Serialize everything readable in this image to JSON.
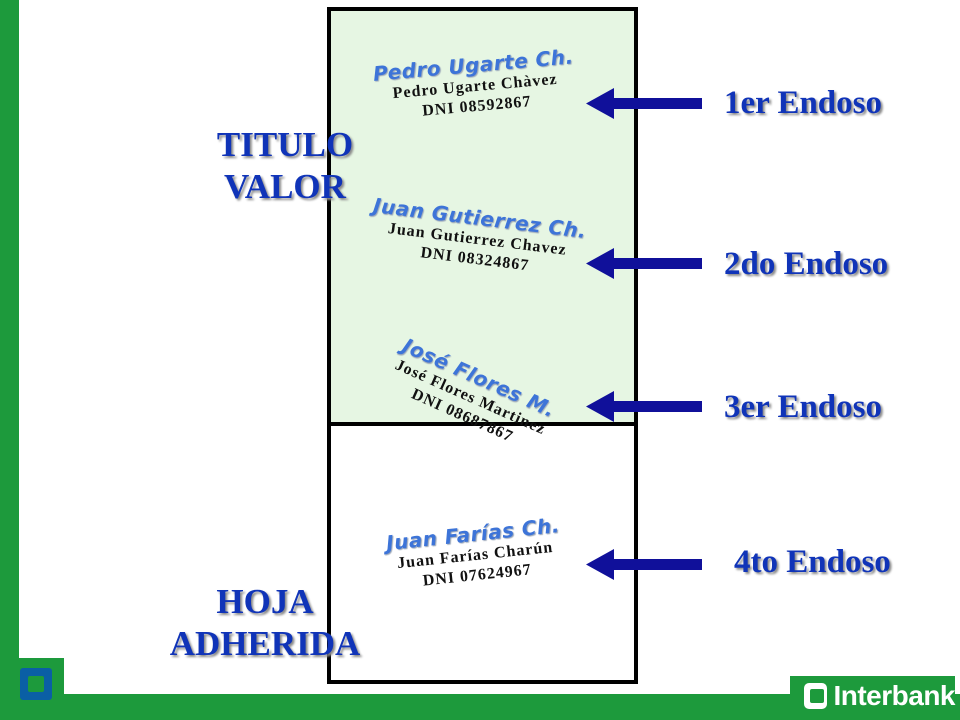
{
  "labels": {
    "titulo": [
      "TITULO",
      "VALOR"
    ],
    "hoja": [
      "HOJA",
      "ADHERIDA"
    ]
  },
  "endorsements": [
    {
      "signature": "Pedro Ugarte Ch.",
      "name": "Pedro Ugarte Chàvez",
      "dni": "DNI  08592867",
      "label": "1er Endoso"
    },
    {
      "signature": "Juan Gutierrez Ch.",
      "name": "Juan Gutierrez Chavez",
      "dni": "DNI  08324867",
      "label": "2do Endoso"
    },
    {
      "signature": "José Flores M.",
      "name": "José Flores Martinez",
      "dni": "DNI  08687867",
      "label": "3er Endoso"
    },
    {
      "signature": "Juan Farías Ch.",
      "name": "Juan Farías Charún",
      "dni": "DNI  07624967",
      "label": "4to Endoso"
    }
  ],
  "brand": {
    "name": "Interbank"
  },
  "colors": {
    "green": "#1d9a3c",
    "blue_text": "#1034b8",
    "arrow": "#10109a",
    "paper": "#e6f6e3",
    "signature": "#3d74d8"
  },
  "icons": {
    "arrow": "arrow-left-icon",
    "logo": "interbank-logo-icon"
  }
}
